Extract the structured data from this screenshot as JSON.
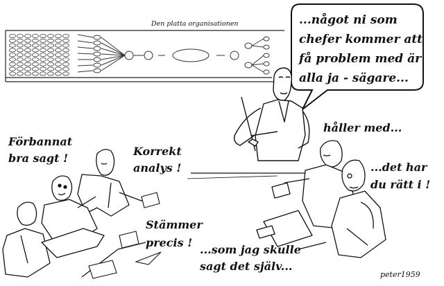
{
  "board": {
    "title": "Den platta organisationen"
  },
  "speech_bubble": {
    "lines": [
      "...något ni som",
      "chefer kommer att",
      "få problem med är",
      "alla ja - sägare..."
    ]
  },
  "remarks": {
    "forbannat": [
      "Förbannat",
      "bra sagt !"
    ],
    "korrekt": [
      "Korrekt",
      "analys !"
    ],
    "stammer": [
      "Stämmer",
      "precis !"
    ],
    "som_jag": [
      "...som jag skulle",
      "sagt det själv..."
    ],
    "haller": [
      "håller med..."
    ],
    "ratt": [
      "...det har",
      "du rätt i !"
    ]
  },
  "signature": "peter1959"
}
